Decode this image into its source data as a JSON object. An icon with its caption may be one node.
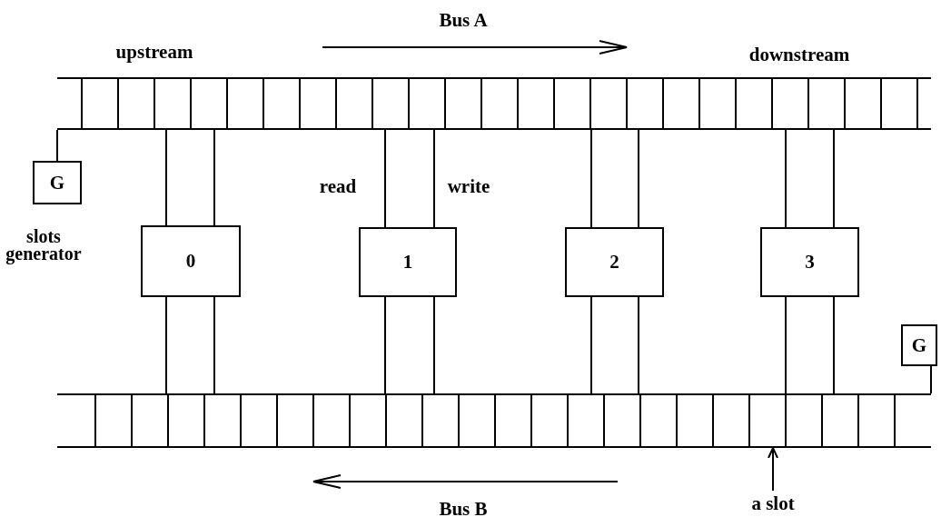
{
  "diagram": {
    "nodes": [
      {
        "text": [],
        "shape": "bar"
      },
      {
        "text": [
          "G"
        ],
        "beside": [
          "slots generator"
        ]
      },
      {
        "text": [
          "0"
        ]
      },
      {
        "text": [
          "1"
        ]
      },
      {
        "text": [
          "2"
        ]
      },
      {
        "text": [
          "3"
        ]
      },
      {
        "text": [
          "G"
        ]
      },
      {
        "text": [],
        "shape": "bar"
      },
      {
        "text": [
          "a slot"
        ]
      }
    ],
    "edges": [
      {
        "from": 1,
        "to": 0,
        "arrow": "none"
      },
      {
        "from": 2,
        "to": 0,
        "arrow": "none"
      },
      {
        "from": 2,
        "to": 0,
        "arrow": "none"
      },
      {
        "from": 2,
        "to": 7,
        "arrow": "none"
      },
      {
        "from": 2,
        "to": 7,
        "arrow": "none"
      },
      {
        "from": 3,
        "to": 0,
        "arrow": "none"
      },
      {
        "from": 3,
        "to": 0,
        "arrow": "none"
      },
      {
        "from": 3,
        "to": 7,
        "arrow": "none"
      },
      {
        "from": 3,
        "to": 7,
        "arrow": "none"
      },
      {
        "from": 4,
        "to": 0,
        "arrow": "none"
      },
      {
        "from": 4,
        "to": 0,
        "arrow": "none"
      },
      {
        "from": 4,
        "to": 7,
        "arrow": "none"
      },
      {
        "from": 4,
        "to": 7,
        "arrow": "none"
      },
      {
        "from": 5,
        "to": 0,
        "arrow": "none"
      },
      {
        "from": 5,
        "to": 0,
        "arrow": "none"
      },
      {
        "from": 5,
        "to": 7,
        "arrow": "none"
      },
      {
        "from": 5,
        "to": 7,
        "arrow": "none"
      },
      {
        "from": 6,
        "to": 7,
        "arrow": "none"
      },
      {
        "from": 8,
        "to": 7,
        "arrow": "to"
      }
    ],
    "labels": [
      "Bus A",
      "upstream",
      "downstream",
      "read",
      "write",
      "Bus B"
    ]
  }
}
